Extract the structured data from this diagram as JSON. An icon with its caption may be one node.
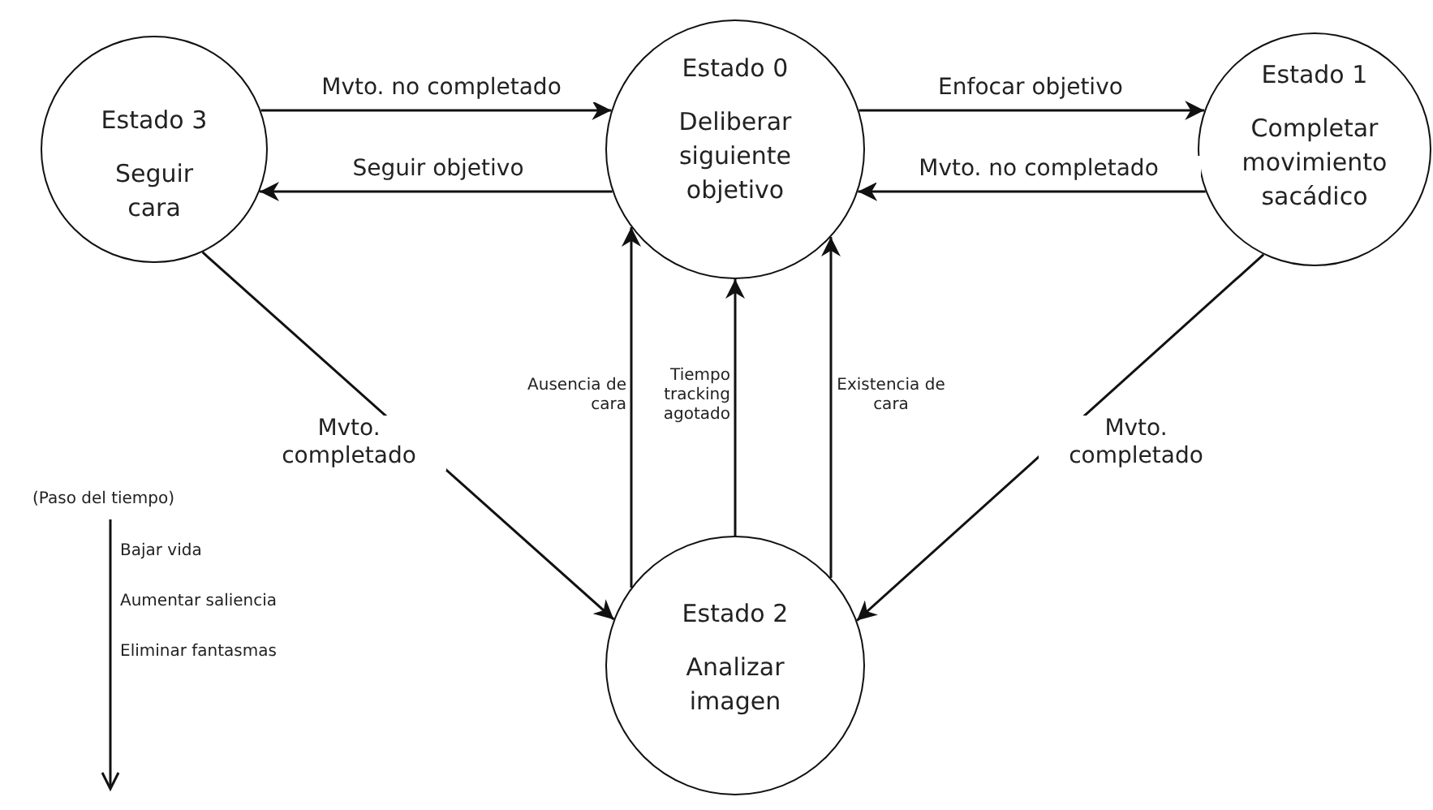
{
  "diagram": {
    "nodes": [
      {
        "text": [
          "Estado 3",
          "Seguir cara"
        ]
      },
      {
        "text": [
          "Estado 0",
          "Deliberar siguiente objetivo"
        ]
      },
      {
        "text": [
          "Estado 1",
          "Completar movimiento sacádico"
        ]
      },
      {
        "text": [
          "Estado 2",
          "Analizar imagen"
        ]
      }
    ],
    "edges": [
      {
        "from": 0,
        "to": 1,
        "arrow": "to",
        "label": "Mvto. no completado"
      },
      {
        "from": 1,
        "to": 0,
        "arrow": "to",
        "label": "Seguir objetivo"
      },
      {
        "from": 1,
        "to": 2,
        "arrow": "to",
        "label": "Enfocar objetivo"
      },
      {
        "from": 2,
        "to": 1,
        "arrow": "to",
        "label": "Mvto. no completado"
      },
      {
        "from": 0,
        "to": 3,
        "arrow": "to",
        "label": "Mvto. completado"
      },
      {
        "from": 2,
        "to": 3,
        "arrow": "to",
        "label": "Mvto. completado"
      },
      {
        "from": 3,
        "to": 1,
        "arrow": "to",
        "label": "Ausencia de cara"
      },
      {
        "from": 3,
        "to": 1,
        "arrow": "to",
        "label": "Tiempo tracking agotado"
      },
      {
        "from": 3,
        "to": 1,
        "arrow": "to",
        "label": "Existencia de cara"
      }
    ],
    "labels": [
      "(Paso del tiempo)",
      "Bajar vida",
      "Aumentar saliencia",
      "Eliminar fantasmas"
    ]
  }
}
